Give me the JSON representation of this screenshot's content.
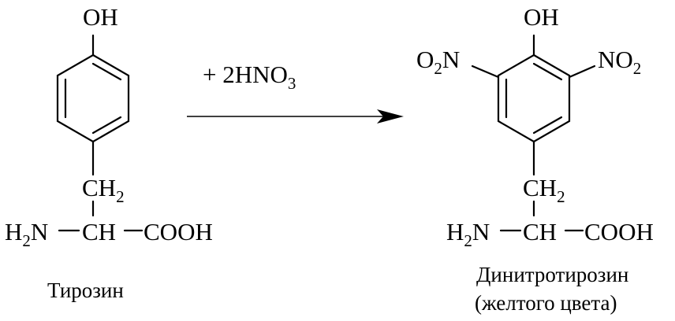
{
  "reactant": {
    "oh": "OH",
    "ch2": "CH",
    "ch2_sub": "2",
    "amine": "H",
    "amine_sub": "2",
    "amine_n": "N",
    "ch": "CH",
    "cooh": "COOH",
    "name": "Тирозин"
  },
  "reagent": {
    "prefix": "+ 2HNO",
    "sub": "3"
  },
  "product": {
    "oh": "OH",
    "no2_left_o": "O",
    "no2_left_sub": "2",
    "no2_left_n": "N",
    "no2_right": "NO",
    "no2_right_sub": "2",
    "ch2": "CH",
    "ch2_sub": "2",
    "amine": "H",
    "amine_sub": "2",
    "amine_n": "N",
    "ch": "CH",
    "cooh": "COOH",
    "name_line1": "Динитротирозин",
    "name_line2": "(желтого цвета)"
  }
}
